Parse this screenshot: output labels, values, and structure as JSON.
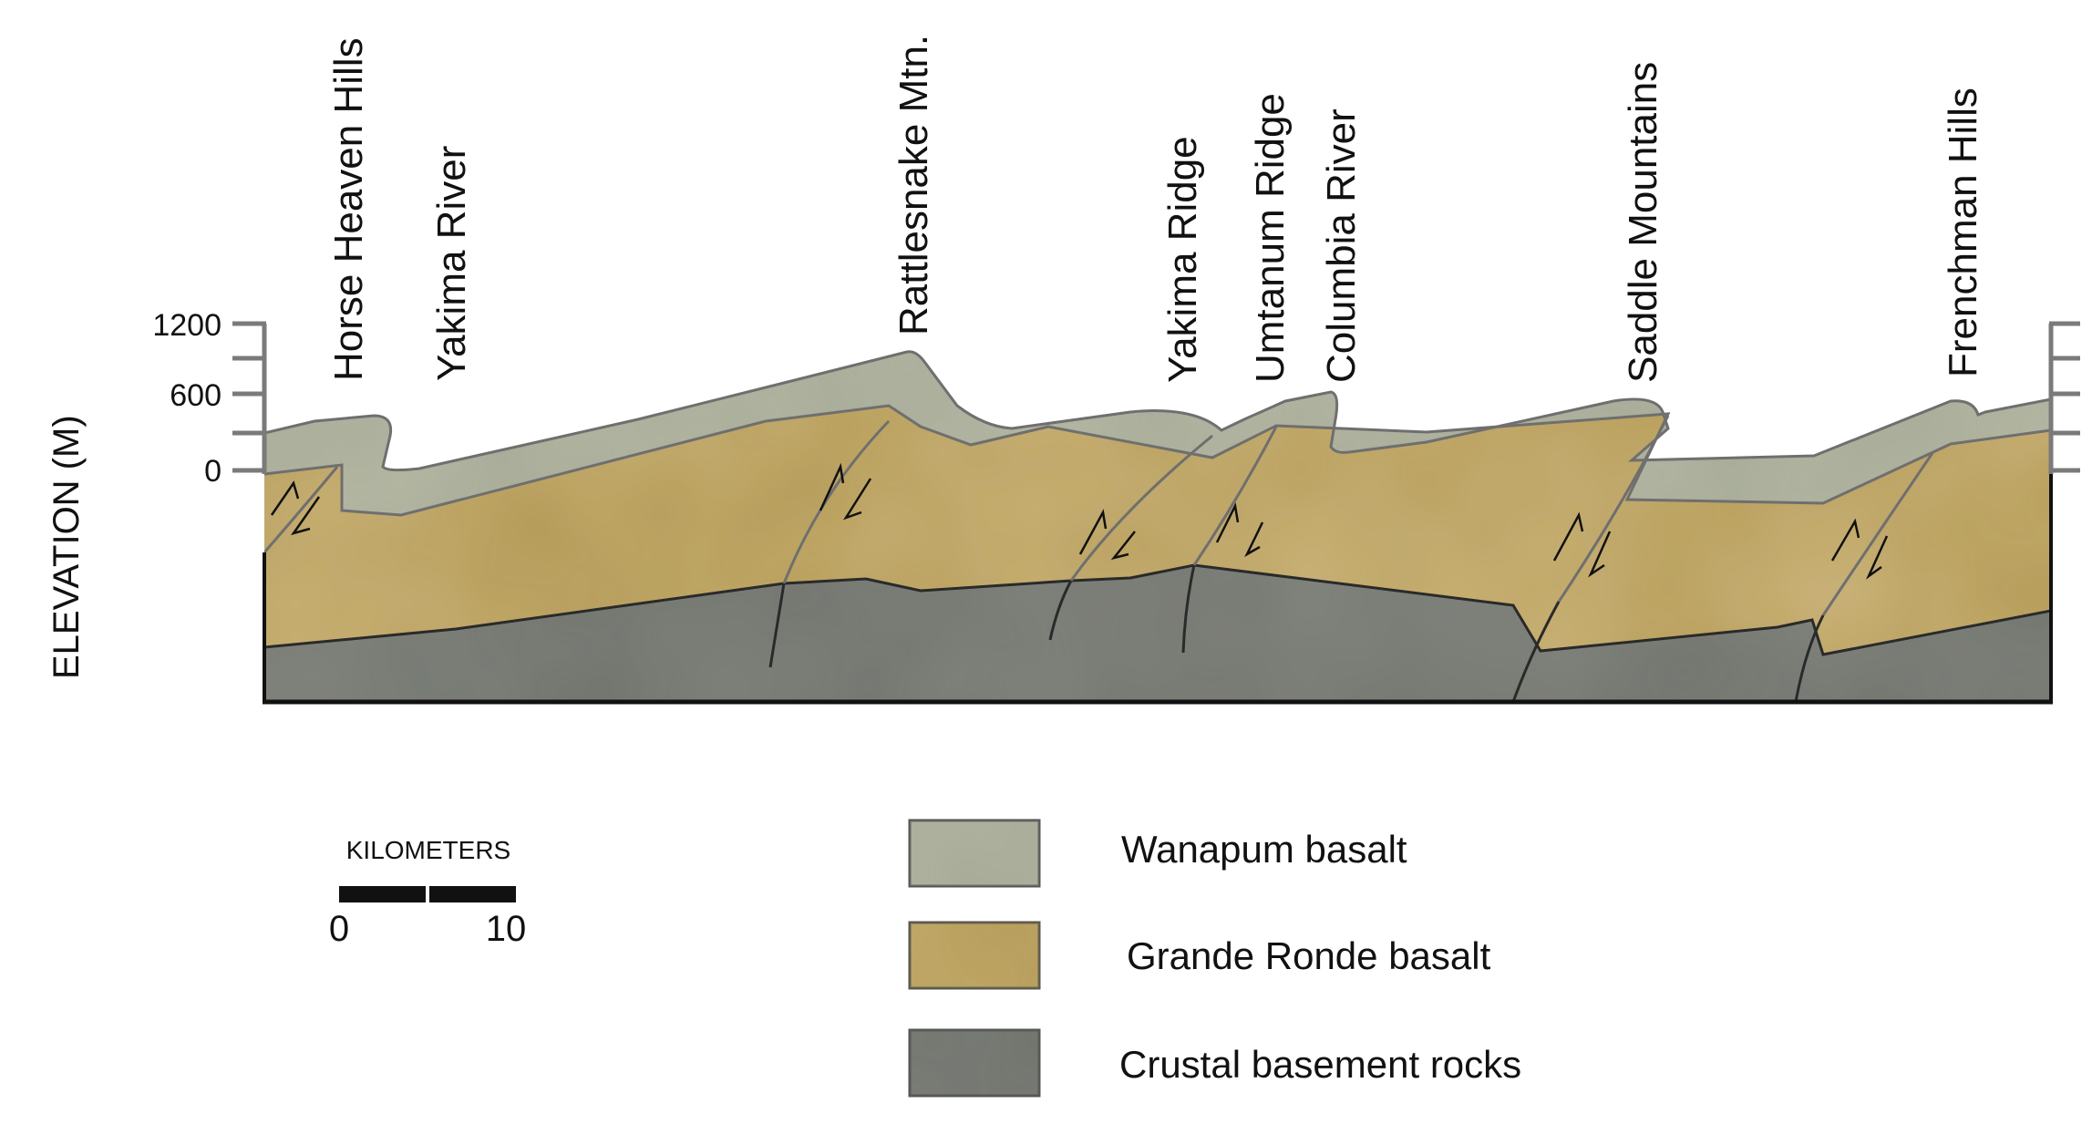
{
  "figure": {
    "y_axis_label": "ELEVATION (M)",
    "elevation_ticks": [
      "1200",
      "600",
      "0"
    ],
    "locations": [
      "Horse Heaven Hills",
      "Yakima River",
      "Rattlesnake Mtn.",
      "Yakima Ridge",
      "Umtanum Ridge",
      "Columbia River",
      "Saddle Mountains",
      "Frenchman Hills"
    ]
  },
  "scale_bar": {
    "title": "KILOMETERS",
    "start": "0",
    "end": "10"
  },
  "legend": {
    "items": [
      {
        "label": "Wanapum basalt",
        "color": "#b9bca6"
      },
      {
        "label": "Grande Ronde basalt",
        "color": "#cdb67e"
      },
      {
        "label": "Crustal basement rocks",
        "color": "#83867f"
      }
    ]
  },
  "colors": {
    "wanapum": "#b9bca6",
    "grande_ronde": "#cdb67e",
    "basement": "#83867f",
    "line": "#6f6f6f",
    "border": "#111111"
  }
}
